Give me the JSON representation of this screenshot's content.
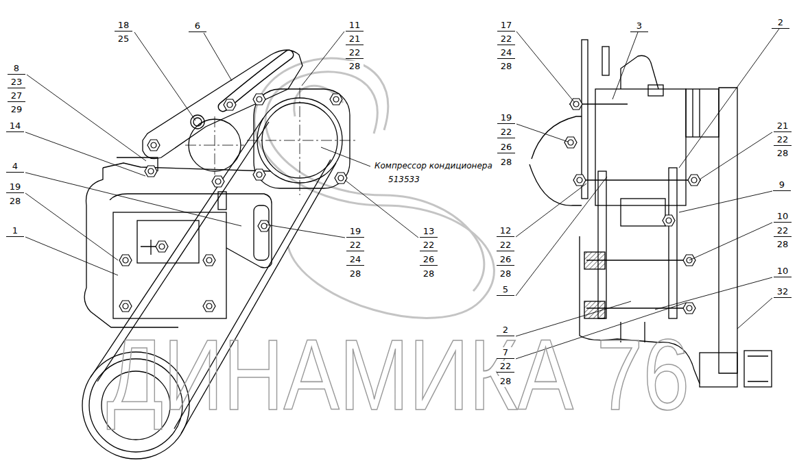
{
  "diagram": {
    "labels": [
      "18",
      "25",
      "6",
      "11",
      "21",
      "22",
      "28",
      "8",
      "23",
      "27",
      "29",
      "14",
      "4",
      "19",
      "28",
      "1",
      "Компрессор кондиционера",
      "513533",
      "19",
      "22",
      "24",
      "28",
      "13",
      "22",
      "26",
      "28",
      "17",
      "22",
      "24",
      "28",
      "3",
      "2",
      "19",
      "22",
      "26",
      "28",
      "21",
      "22",
      "28",
      "9",
      "12",
      "22",
      "26",
      "28",
      "10",
      "22",
      "28",
      "5",
      "10",
      "32",
      "2",
      "7",
      "22",
      "28",
      "ДИНАМИКА 76"
    ]
  }
}
